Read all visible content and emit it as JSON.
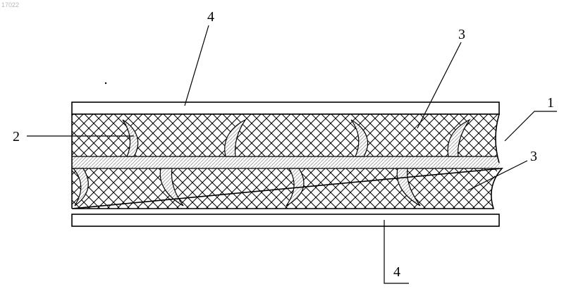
{
  "figure_id": "17022",
  "labels": {
    "top_cover": "4",
    "bottom_cover": "4",
    "core": "1",
    "fiber": "2",
    "filler_upper": "3",
    "filler_lower": "3"
  }
}
